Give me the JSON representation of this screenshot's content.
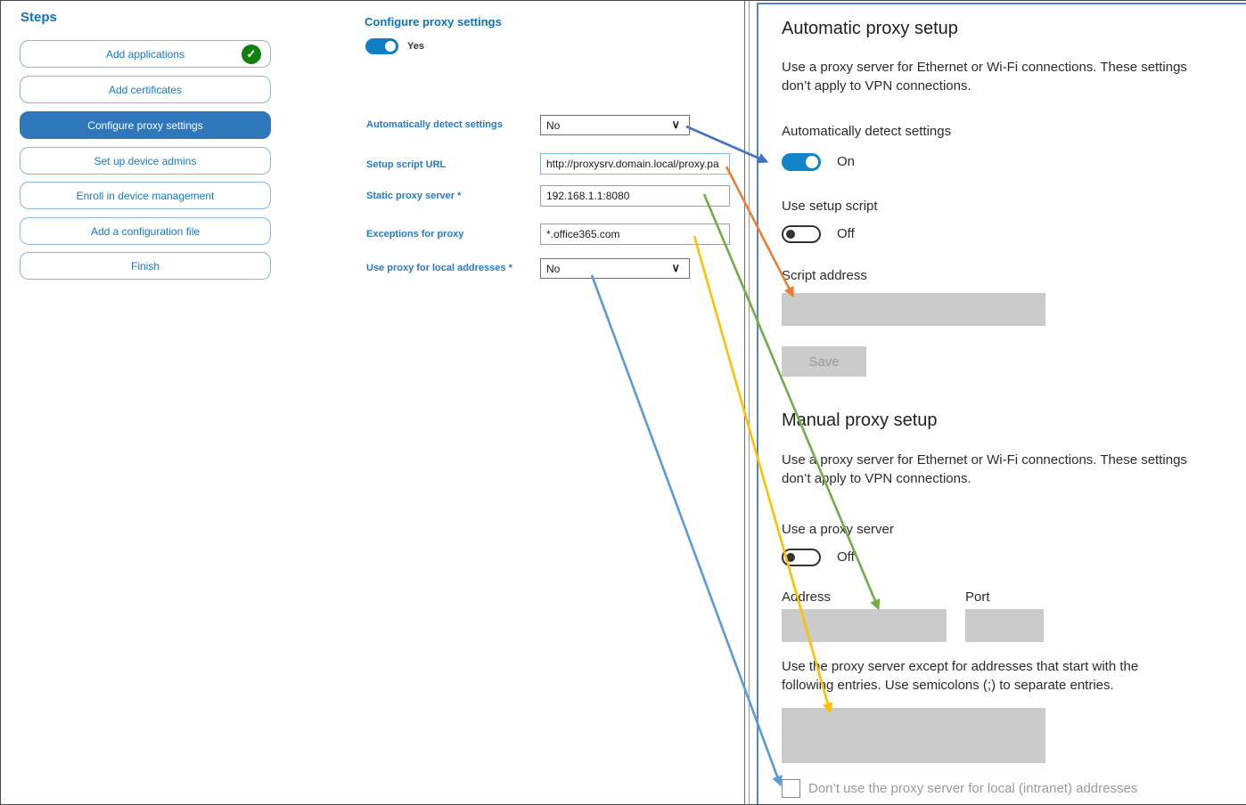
{
  "sidebar": {
    "title": "Steps",
    "items": [
      {
        "label": "Add applications",
        "completed": true
      },
      {
        "label": "Add certificates"
      },
      {
        "label": "Configure proxy settings",
        "active": true
      },
      {
        "label": "Set up device admins"
      },
      {
        "label": "Enroll in device management"
      },
      {
        "label": "Add a configuration file"
      },
      {
        "label": "Finish"
      }
    ],
    "check_icon": "✓"
  },
  "form": {
    "title": "Configure proxy settings",
    "enabled_toggle": {
      "label": "Yes",
      "state": "on"
    },
    "chevron": "∨",
    "fields": [
      {
        "label": "Automatically detect settings",
        "type": "dropdown",
        "value": "No"
      },
      {
        "label": "Setup script URL",
        "type": "text",
        "value": "http://proxysrv.domain.local/proxy.pa"
      },
      {
        "label": "Static proxy server *",
        "type": "text",
        "value": "192.168.1.1:8080"
      },
      {
        "label": "Exceptions for proxy",
        "type": "text",
        "value": "*.office365.com"
      },
      {
        "label": "Use proxy for local addresses *",
        "type": "dropdown",
        "value": "No"
      }
    ]
  },
  "settings_panel": {
    "automatic": {
      "title": "Automatic proxy setup",
      "description": "Use a proxy server for Ethernet or Wi-Fi connections. These settings\ndon’t apply to VPN connections.",
      "auto_detect_label": "Automatically detect settings",
      "auto_detect_state": "On",
      "setup_script_label": "Use setup script",
      "setup_script_state": "Off",
      "script_address_label": "Script address",
      "save_label": "Save"
    },
    "manual": {
      "title": "Manual proxy setup",
      "description": "Use a proxy server for Ethernet or Wi-Fi connections. These settings\ndon’t apply to VPN connections.",
      "proxy_server_label": "Use a proxy server",
      "proxy_server_state": "Off",
      "address_label": "Address",
      "port_label": "Port",
      "exceptions_description": "Use the proxy server except for addresses that start with the\nfollowing entries. Use semicolons (;) to separate entries.",
      "local_checkbox_label": "Don’t use the proxy server for local (intranet) addresses"
    }
  },
  "arrows": [
    {
      "name": "auto-detect-arrow",
      "color": "#4472c4"
    },
    {
      "name": "setup-script-arrow",
      "color": "#ed7d31"
    },
    {
      "name": "static-proxy-arrow",
      "color": "#70ad47"
    },
    {
      "name": "exceptions-arrow",
      "color": "#ffc000"
    },
    {
      "name": "local-addresses-arrow",
      "color": "#5b9bd5"
    }
  ],
  "colors": {
    "accent_blue": "#1071bc",
    "active_step_bg": "#2e77bb",
    "toggle_on": "#0f7ec4",
    "panel_border": "#5585c5",
    "completed_green": "#118011",
    "disabled_gray": "#cbcbcb"
  }
}
